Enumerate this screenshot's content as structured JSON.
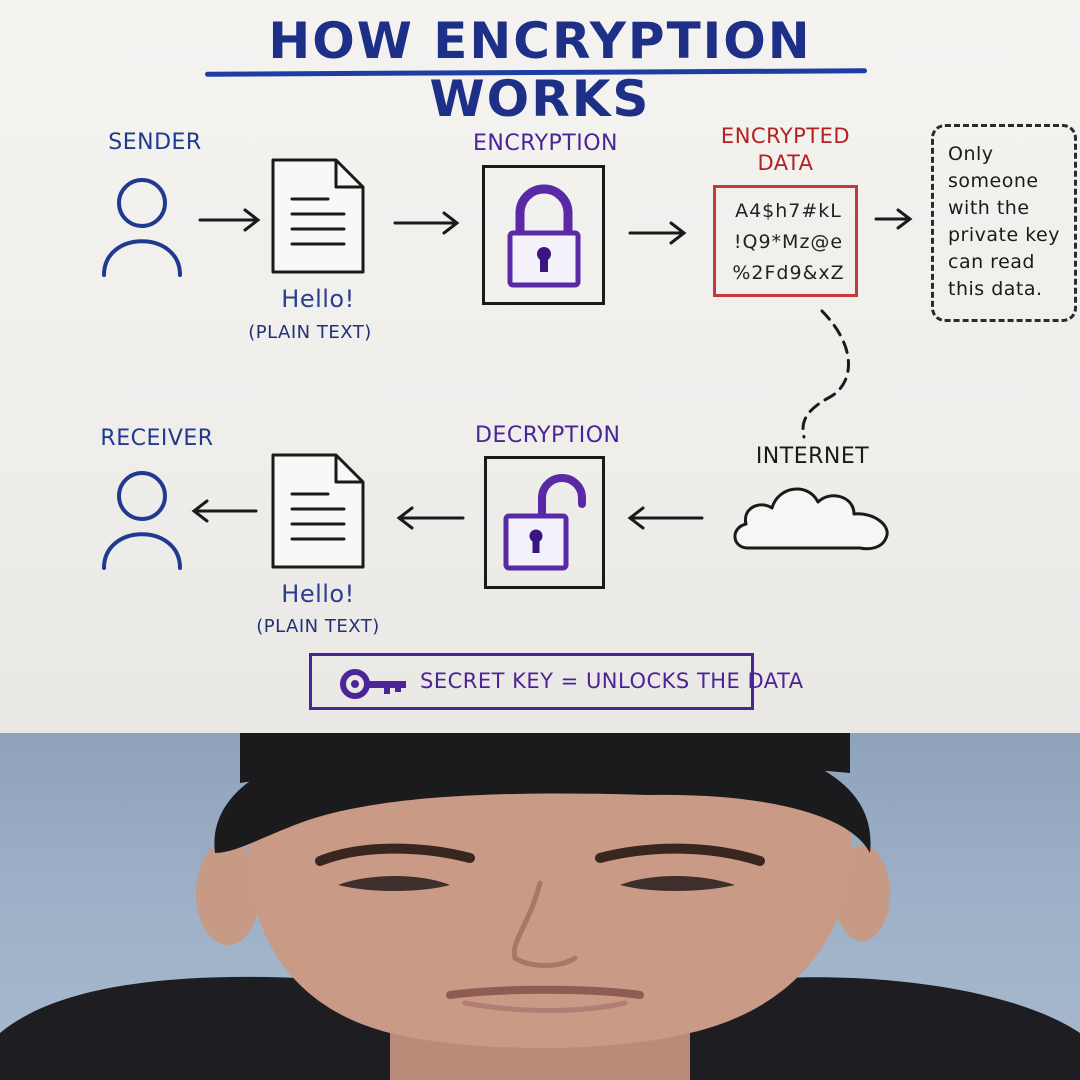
{
  "title": "HOW ENCRYPTION WORKS",
  "sender": {
    "label": "SENDER",
    "doc_caption": "Hello!",
    "doc_subcaption": "(PLAIN TEXT)"
  },
  "encryption": {
    "label": "ENCRYPTION"
  },
  "encrypted_data": {
    "label_line1": "ENCRYPTED",
    "label_line2": "DATA",
    "lines": [
      "A4$h7#kL",
      "!Q9*Mz@e",
      "%2Fd9&xZ"
    ]
  },
  "note": {
    "text": "Only\nsomeone\nwith the\nprivate key\ncan read\nthis data."
  },
  "internet": {
    "label": "INTERNET"
  },
  "decryption": {
    "label": "DECRYPTION"
  },
  "receiver": {
    "label": "RECEIVER",
    "doc_caption": "Hello!",
    "doc_subcaption": "(PLAIN TEXT)"
  },
  "key_legend": {
    "text": "SECRET KEY = UNLOCKS THE DATA"
  },
  "colors": {
    "title": "#1d2f86",
    "labels_blue": "#1f3a8f",
    "encrypted_red": "#b32222",
    "lock_purple": "#5a2aa6",
    "background": "#f3f2ef"
  }
}
